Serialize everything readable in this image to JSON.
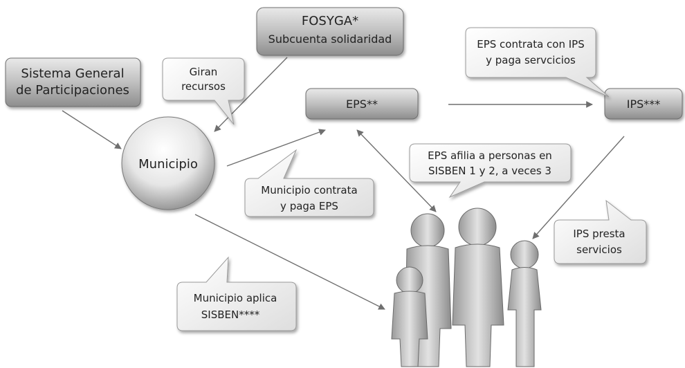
{
  "nodes": {
    "sgp": {
      "line1": "Sistema General",
      "line2": "de Participaciones"
    },
    "fosyga": {
      "line1": "FOSYGA*",
      "line2": "Subcuenta solidaridad"
    },
    "eps": {
      "label": "EPS**"
    },
    "ips": {
      "label": "IPS***"
    },
    "municipio": {
      "label": "Municipio"
    }
  },
  "callouts": {
    "giran": {
      "line1": "Giran",
      "line2": "recursos"
    },
    "eps_contrata": {
      "line1": "EPS contrata con IPS",
      "line2": "y paga servcicios"
    },
    "eps_afilia": {
      "line1": "EPS afilia a personas en",
      "line2": "SISBEN 1 y 2, a veces 3"
    },
    "municipio_contrata": {
      "line1": "Municipio contrata",
      "line2": "y paga  EPS"
    },
    "ips_presta": {
      "line1": "IPS presta",
      "line2": "servicios"
    },
    "municipio_aplica": {
      "line1": "Municipio aplica",
      "line2": "SISBEN****"
    }
  },
  "colors": {
    "box_dark": "#8c8c8c",
    "box_light": "#e8e8e8",
    "callout_fill": "#f4f4f4",
    "arrow": "#6f6f6f",
    "text": "#222222"
  }
}
